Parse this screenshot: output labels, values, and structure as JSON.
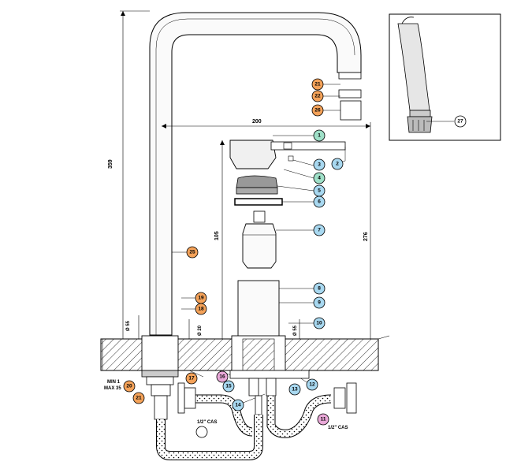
{
  "dimensions": {
    "total_height": "359",
    "reach": "200",
    "body_height": "105",
    "spout_outlet_height": "276",
    "d_left": "Ø 55",
    "d_mid": "Ø 20",
    "d_right": "Ø 55"
  },
  "notes": {
    "deck_min": "MIN 1",
    "deck_max": "MAX 35",
    "conn_left": "1/2\" CAS",
    "conn_right": "1/2\" CAS"
  },
  "callouts": [
    {
      "id": "c1",
      "label": "1",
      "color": "#9fe0c8"
    },
    {
      "id": "c2",
      "label": "2",
      "color": "#a8d8f0"
    },
    {
      "id": "c3",
      "label": "3",
      "color": "#a8d8f0"
    },
    {
      "id": "c4",
      "label": "4",
      "color": "#9fe0c8"
    },
    {
      "id": "c5",
      "label": "5",
      "color": "#a8d8f0"
    },
    {
      "id": "c6",
      "label": "6",
      "color": "#a8d8f0"
    },
    {
      "id": "c7",
      "label": "7",
      "color": "#a8d8f0"
    },
    {
      "id": "c8",
      "label": "8",
      "color": "#a8d8f0"
    },
    {
      "id": "c9",
      "label": "9",
      "color": "#a8d8f0"
    },
    {
      "id": "c10",
      "label": "10",
      "color": "#a8d8f0"
    },
    {
      "id": "c11",
      "label": "11",
      "color": "#e9a8d8"
    },
    {
      "id": "c12",
      "label": "12",
      "color": "#a8d8f0"
    },
    {
      "id": "c13",
      "label": "13",
      "color": "#a8d8f0"
    },
    {
      "id": "c14",
      "label": "14",
      "color": "#a8d8f0"
    },
    {
      "id": "c15",
      "label": "15",
      "color": "#a8d8f0"
    },
    {
      "id": "c16",
      "label": "16",
      "color": "#e9a8d8"
    },
    {
      "id": "c17",
      "label": "17",
      "color": "#f4a259"
    },
    {
      "id": "c18",
      "label": "18",
      "color": "#f4a259"
    },
    {
      "id": "c19",
      "label": "19",
      "color": "#f4a259"
    },
    {
      "id": "c20",
      "label": "20",
      "color": "#f4a259"
    },
    {
      "id": "c21a",
      "label": "21",
      "color": "#f4a259"
    },
    {
      "id": "c21b",
      "label": "21",
      "color": "#f4a259"
    },
    {
      "id": "c22",
      "label": "22",
      "color": "#f4a259"
    },
    {
      "id": "c25",
      "label": "25",
      "color": "#f4a259"
    },
    {
      "id": "c26",
      "label": "26",
      "color": "#f4a259"
    },
    {
      "id": "c27",
      "label": "27",
      "color": "#ffffff"
    }
  ]
}
